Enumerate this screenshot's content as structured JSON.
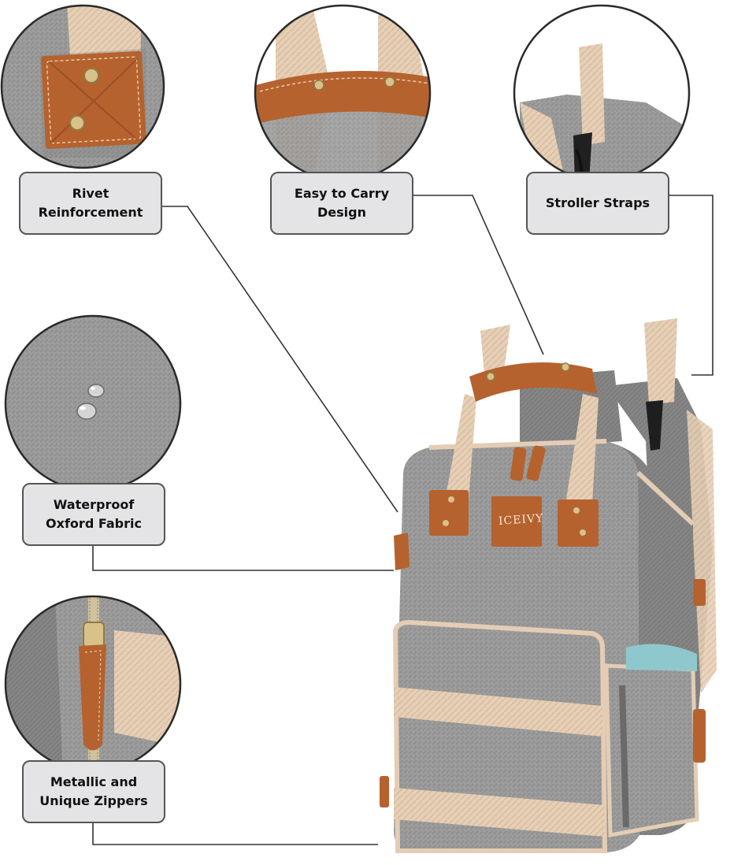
{
  "callouts": [
    {
      "id": "rivet",
      "lines": [
        "Rivet",
        "Reinforcement"
      ]
    },
    {
      "id": "carry",
      "lines": [
        "Easy to Carry",
        "Design"
      ]
    },
    {
      "id": "stroller",
      "lines": [
        "Stroller Straps"
      ]
    },
    {
      "id": "waterproof",
      "lines": [
        "Waterproof",
        "Oxford Fabric"
      ]
    },
    {
      "id": "zipper",
      "lines": [
        "Metallic and",
        "Unique Zippers"
      ]
    }
  ],
  "brand": "ICEIVY",
  "colors": {
    "fabric": "#9a9a9a",
    "fabric_dark": "#7d7d7d",
    "leather": "#b5622e",
    "strap": "#e4cdb4",
    "label_bg": "#e4e4e6",
    "label_border": "#555555",
    "rivet": "#d8c28a"
  }
}
